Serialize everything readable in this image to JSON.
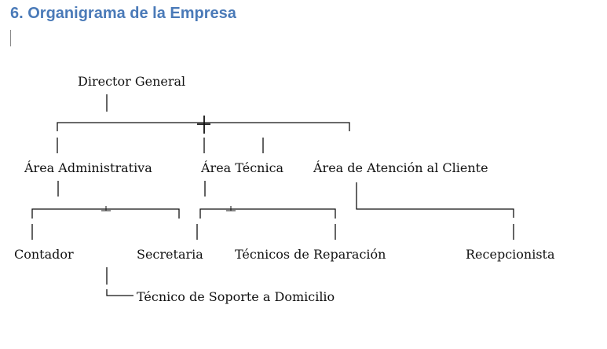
{
  "document": {
    "heading": "6. Organigrama de la Empresa"
  },
  "org_chart": {
    "root": "Director General",
    "areas": [
      "Área Administrativa",
      "Área Técnica",
      "Área de Atención al Cliente"
    ],
    "roles": {
      "contador": "Contador",
      "secretaria": "Secretaria",
      "tecnicos_reparacion": "Técnicos de Reparación",
      "recepcionista": "Recepcionista",
      "tecnico_soporte": "Técnico de Soporte a Domicilio"
    }
  }
}
